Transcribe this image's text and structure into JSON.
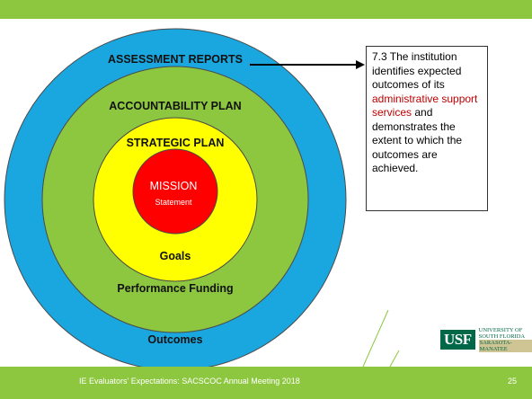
{
  "diagram": {
    "rings": [
      {
        "label": "ASSESSMENT REPORTS",
        "color": "#1aa7e0"
      },
      {
        "label": "ACCOUNTABILITY PLAN",
        "color": "#8dc63f"
      },
      {
        "label": "STRATEGIC PLAN",
        "color": "#ffff00"
      },
      {
        "label": "MISSION",
        "sublabel": "Statement",
        "color": "#ff0000"
      }
    ],
    "inner_labels": {
      "goals": "Goals",
      "performance_funding": "Performance Funding",
      "outcomes": "Outcomes"
    }
  },
  "callout": {
    "text_before": "7.3 The institution identifies expected outcomes of its ",
    "highlight": "administrative support services",
    "text_after": " and demonstrates the extent to which the outcomes are achieved.",
    "highlight_color": "#c00000"
  },
  "footer": {
    "text": "IE Evaluators’ Expectations: SACSCOC Annual Meeting 2018",
    "page": "25"
  },
  "logo": {
    "mark": "USF",
    "line1": "UNIVERSITY OF",
    "line2": "SOUTH FLORIDA",
    "line3": "SARASOTA-MANATEE",
    "color": "#006747"
  },
  "theme": {
    "band_color": "#8dc63f"
  }
}
